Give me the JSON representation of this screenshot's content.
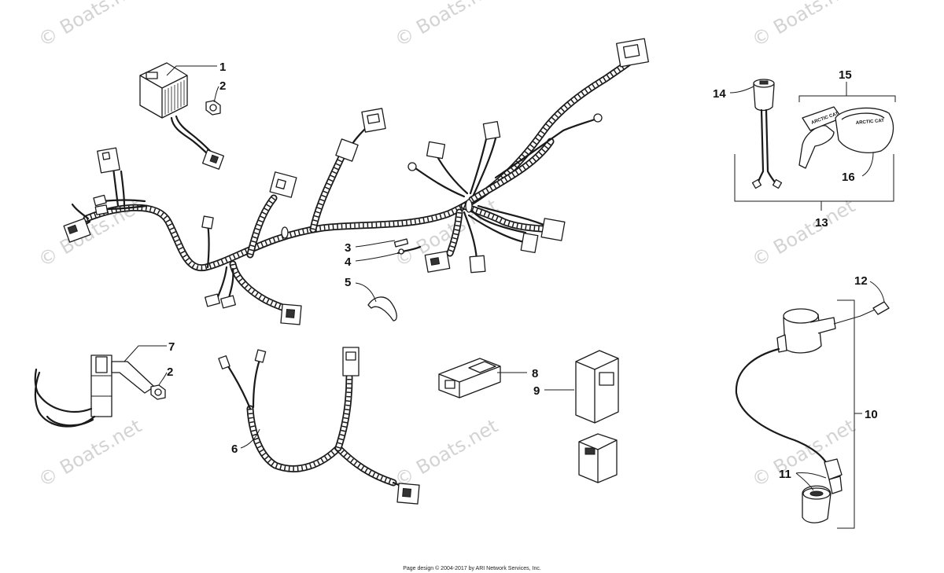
{
  "watermark": {
    "text": "© Boats.net"
  },
  "callouts": [
    {
      "id": "1",
      "label": "1"
    },
    {
      "id": "2a",
      "label": "2"
    },
    {
      "id": "3",
      "label": "3"
    },
    {
      "id": "4",
      "label": "4"
    },
    {
      "id": "5",
      "label": "5"
    },
    {
      "id": "6",
      "label": "6"
    },
    {
      "id": "7",
      "label": "7"
    },
    {
      "id": "2b",
      "label": "2"
    },
    {
      "id": "8",
      "label": "8"
    },
    {
      "id": "9",
      "label": "9"
    },
    {
      "id": "10",
      "label": "10"
    },
    {
      "id": "11",
      "label": "11"
    },
    {
      "id": "12",
      "label": "12"
    },
    {
      "id": "13",
      "label": "13"
    },
    {
      "id": "14",
      "label": "14"
    },
    {
      "id": "15",
      "label": "15"
    },
    {
      "id": "16",
      "label": "16"
    }
  ],
  "key": {
    "fob_text": "ARCTIC CAT",
    "blade_text": "ARCTIC CAT"
  },
  "footer": {
    "text": "Page design © 2004-2017 by ARI Network Services, Inc."
  }
}
